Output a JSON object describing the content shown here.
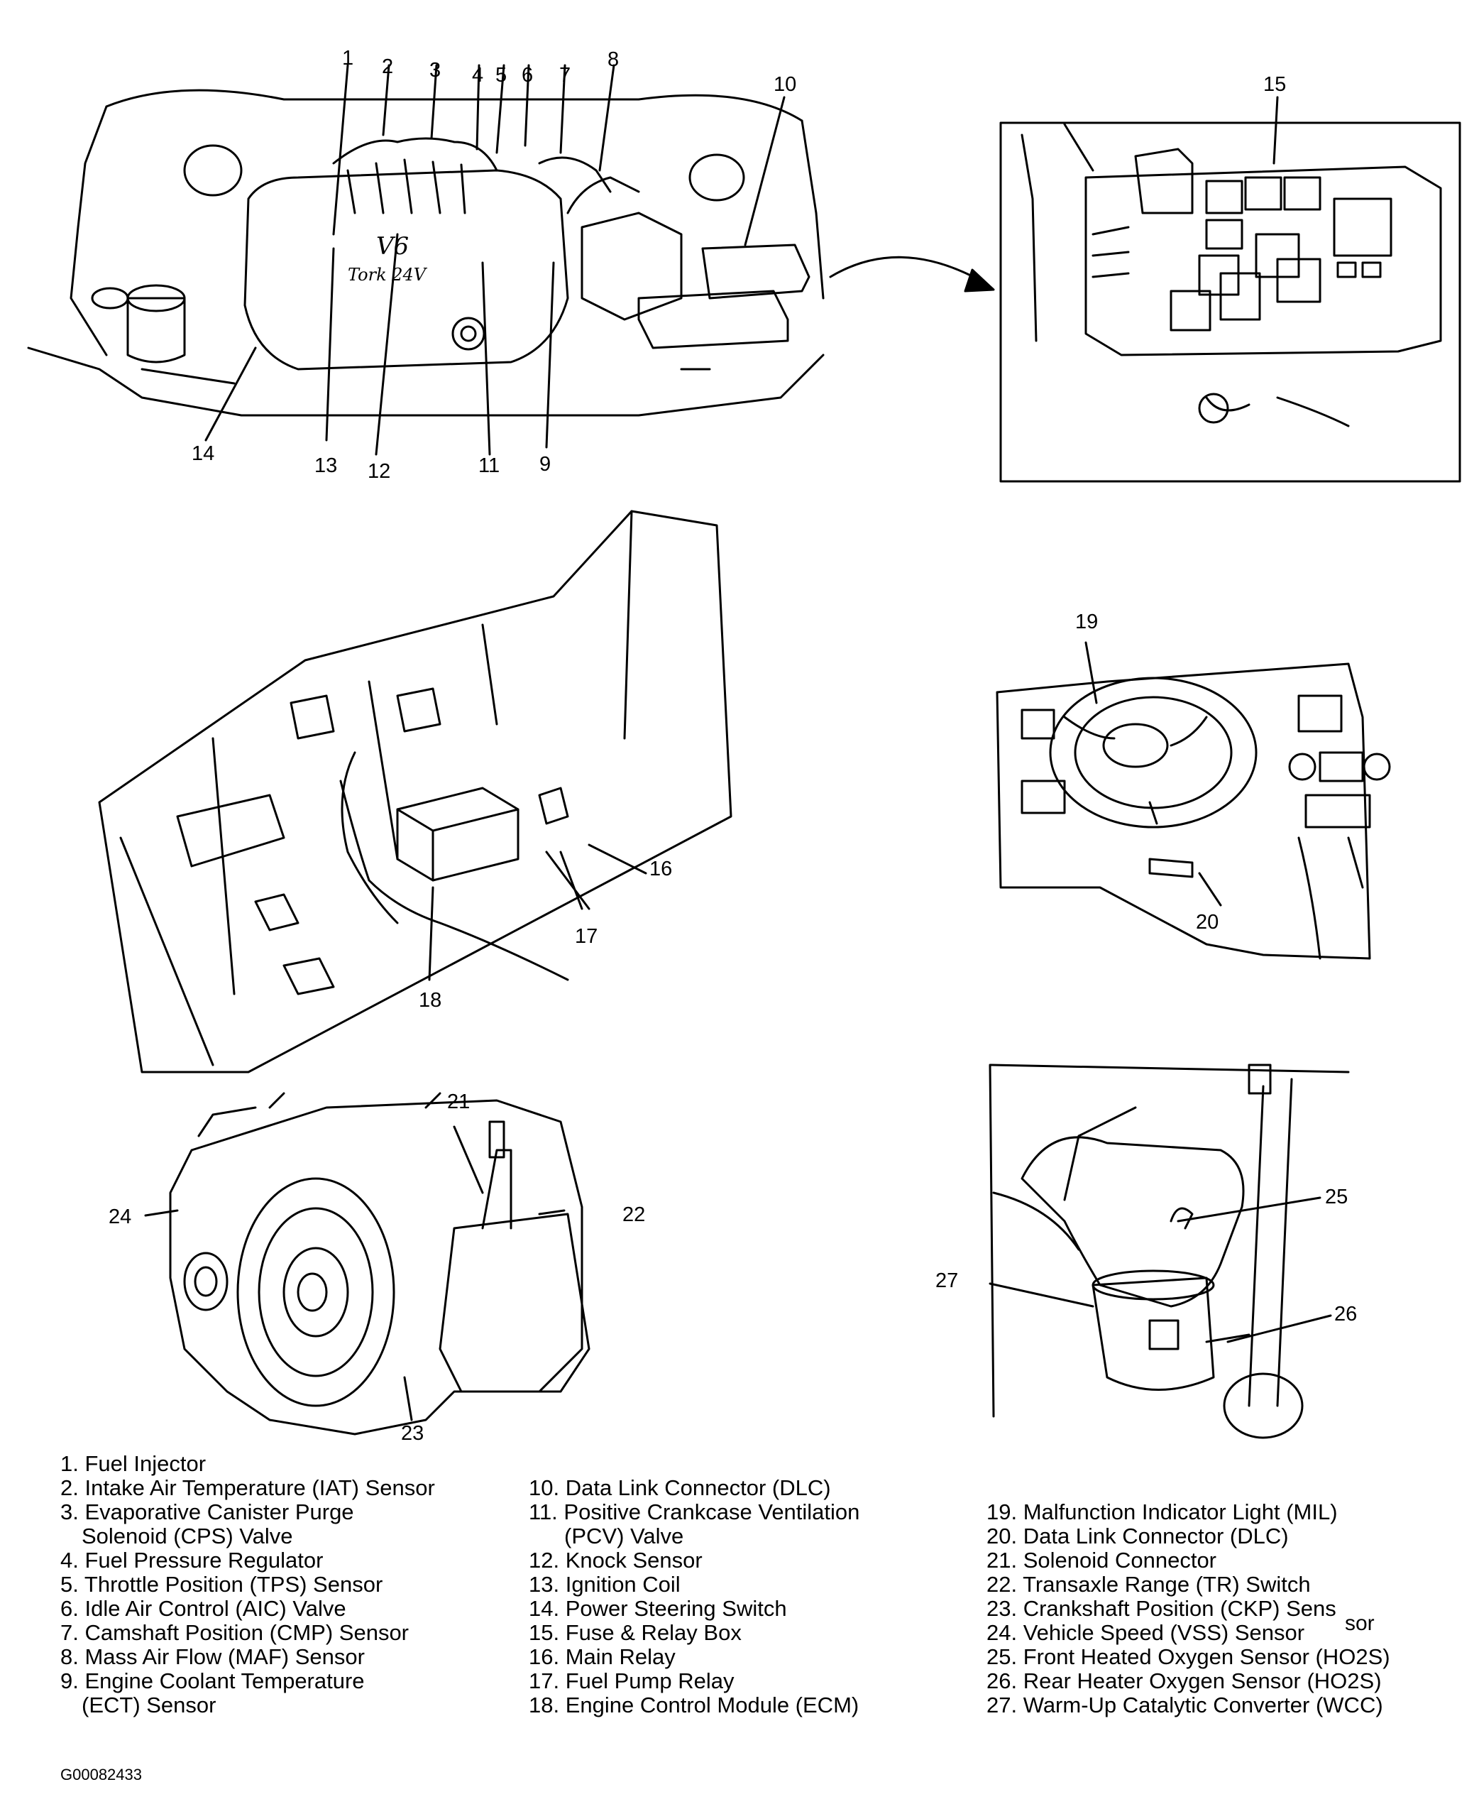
{
  "callouts": {
    "c1": "1",
    "c2": "2",
    "c3": "3",
    "c4": "4",
    "c5": "5",
    "c6": "6",
    "c7": "7",
    "c8": "8",
    "c9": "9",
    "c10": "10",
    "c11": "11",
    "c12": "12",
    "c13": "13",
    "c14": "14",
    "c15": "15",
    "c16": "16",
    "c17": "17",
    "c18": "18",
    "c19": "19",
    "c20": "20",
    "c21": "21",
    "c22": "22",
    "c23": "23",
    "c24": "24",
    "c25": "25",
    "c26": "26",
    "c27": "27"
  },
  "engine_cover_text": {
    "v6": "V6",
    "tork": "Tork 24V"
  },
  "legend": {
    "col1": [
      "1. Fuel Injector",
      "2. Intake Air Temperature (IAT) Sensor",
      "3. Evaporative Canister Purge",
      "Solenoid (CPS) Valve",
      "4. Fuel Pressure Regulator",
      "5. Throttle Position (TPS) Sensor",
      "6. Idle Air Control (AIC) Valve",
      "7. Camshaft Position (CMP) Sensor",
      "8. Mass Air Flow (MAF) Sensor",
      "9. Engine Coolant Temperature",
      "(ECT) Sensor"
    ],
    "col2": [
      "10. Data Link Connector (DLC)",
      "11. Positive Crankcase Ventilation",
      "(PCV) Valve",
      "12. Knock Sensor",
      "13. Ignition Coil",
      "14. Power Steering Switch",
      "15. Fuse & Relay Box",
      "16. Main Relay",
      "17. Fuel Pump Relay",
      "18. Engine Control Module (ECM)"
    ],
    "col3": [
      "19. Malfunction Indicator Light (MIL)",
      "20. Data Link Connector (DLC)",
      "21. Solenoid Connector",
      "22. Transaxle Range (TR) Switch",
      "23. Crankshaft Position (CKP) Sens",
      "24. Vehicle Speed (VSS) Sensor",
      "25. Front Heated Oxygen Sensor (HO2S)",
      "26. Rear Heater Oxygen Sensor (HO2S)",
      "27. Warm-Up Catalytic Converter (WCC)"
    ],
    "col3_overflow": "sor"
  },
  "figure_id": "G00082433"
}
